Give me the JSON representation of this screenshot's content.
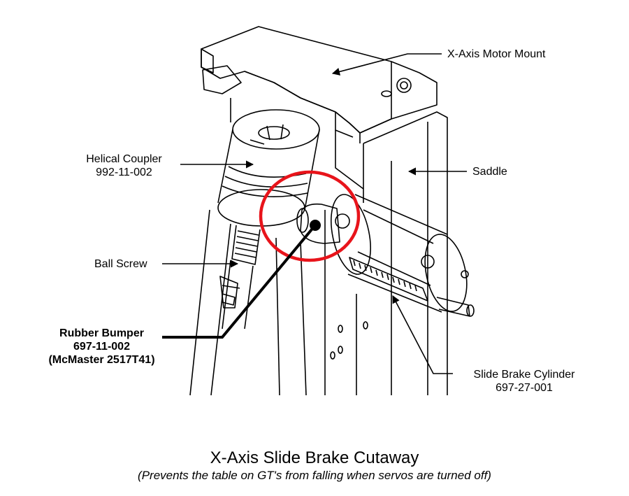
{
  "labels": {
    "motor_mount": "X-Axis Motor Mount",
    "coupler_name": "Helical Coupler",
    "coupler_part": "992-11-002",
    "saddle": "Saddle",
    "ball_screw": "Ball Screw",
    "bumper_name": "Rubber Bumper",
    "bumper_part": "697-11-002",
    "bumper_vendor": "(McMaster 2517T41)",
    "brake_name": "Slide Brake Cylinder",
    "brake_part": "697-27-001"
  },
  "caption": {
    "title": "X-Axis Slide Brake Cutaway",
    "subtitle": "(Prevents the table on GT's from falling when servos are turned off)"
  },
  "colors": {
    "line": "#000000",
    "highlight_circle": "#e8141b",
    "background": "#ffffff"
  }
}
